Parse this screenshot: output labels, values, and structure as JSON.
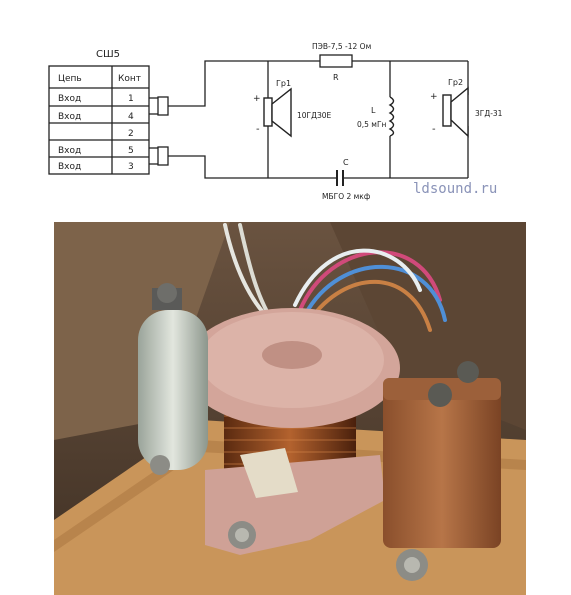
{
  "schematic": {
    "connector_label": "СШ5",
    "table": {
      "headers": [
        "Цепь",
        "Конт"
      ],
      "rows": [
        [
          "Вход",
          "1"
        ],
        [
          "Вход",
          "4"
        ],
        [
          "",
          "2"
        ],
        [
          "Вход",
          "5"
        ],
        [
          "Вход",
          "3"
        ]
      ]
    },
    "resistor_label": "ПЭВ-7,5 -12 Ом",
    "resistor_ref": "R",
    "speaker1_ref": "Гр1",
    "speaker1_model": "10ГДЗ0Е",
    "inductor_ref": "L",
    "inductor_value": "0,5 мГн",
    "speaker2_ref": "Гр2",
    "speaker2_model": "3ГД-31",
    "capacitor_ref": "C",
    "capacitor_label": "МБГО 2 мкф",
    "plus": "+",
    "minus": "-"
  },
  "watermark": "ldsound.ru",
  "photo": {
    "subject": "crossover-assembly-photo"
  }
}
